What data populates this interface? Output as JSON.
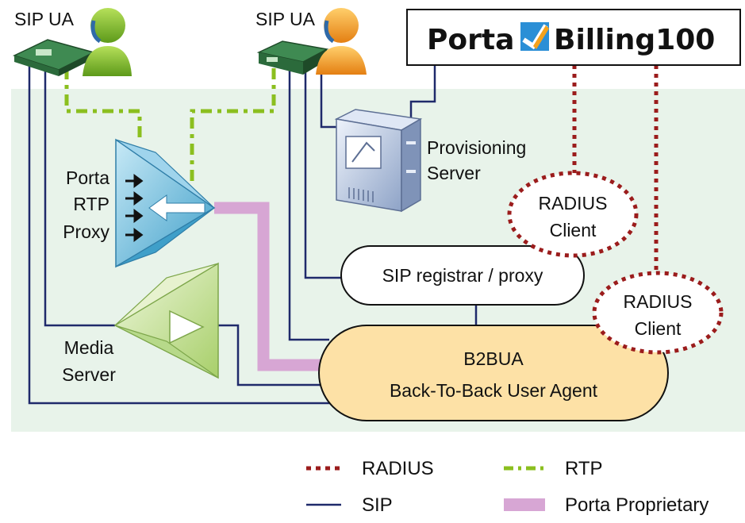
{
  "nodes": {
    "sip_ua_left": "SIP UA",
    "sip_ua_right": "SIP UA",
    "billing": {
      "word1": "Porta",
      "word2": "Billing100"
    },
    "provisioning": {
      "line1": "Provisioning",
      "line2": "Server"
    },
    "rtp_proxy": {
      "line1": "Porta",
      "line2": "RTP",
      "line3": "Proxy"
    },
    "radius_client_1": {
      "line1": "RADIUS",
      "line2": "Client"
    },
    "radius_client_2": {
      "line1": "RADIUS",
      "line2": "Client"
    },
    "sip_registrar": "SIP registrar / proxy",
    "media_server": {
      "line1": "Media",
      "line2": "Server"
    },
    "b2bua": {
      "line1": "B2BUA",
      "line2": "Back-To-Back User Agent"
    }
  },
  "legend": {
    "radius": "RADIUS",
    "rtp": "RTP",
    "sip": "SIP",
    "proprietary": "Porta Proprietary"
  },
  "colors": {
    "zone": "#e8f3ea",
    "sip": "#1f2a6b",
    "rtp": "#8bbf1f",
    "radius": "#9b1c1c",
    "proprietary": "#d7a6d4",
    "b2bua_fill": "#fde1a6",
    "brand_blue": "#2b8fd6",
    "rtp_proxy_fill": "#5fb6da",
    "media_server_fill": "#cfe6a4"
  },
  "icons": [
    "phone-icon",
    "person-icon",
    "server-icon",
    "arrow-icon",
    "play-icon",
    "logo-mark-icon"
  ]
}
